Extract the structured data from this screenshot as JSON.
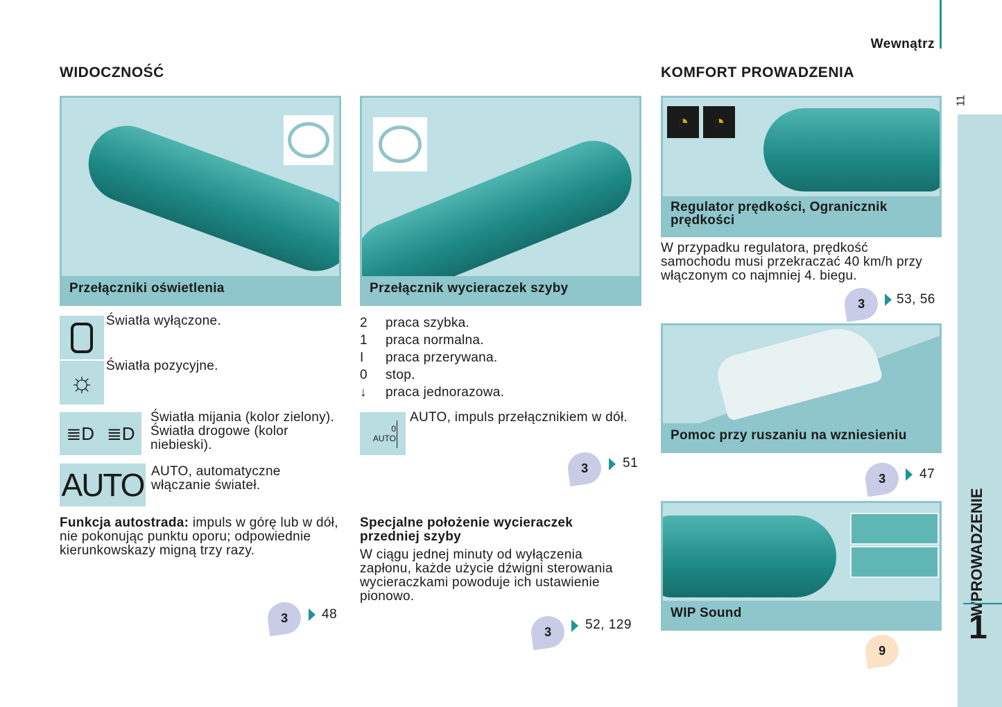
{
  "header": {
    "section": "Wewnątrz",
    "page_number": "11"
  },
  "sidebar": {
    "chapter_title": "WPROWADZENIE",
    "chapter_number": "1"
  },
  "visibility": {
    "title": "WIDOCZNOŚĆ",
    "lighting": {
      "caption": "Przełączniki oświetlenia",
      "items": [
        {
          "icon": "lights-off-icon",
          "symbol": "0",
          "text": "Światła wyłączone."
        },
        {
          "icon": "sidelights-icon",
          "text": "Światła pozycyjne."
        },
        {
          "icon": "headlights-icon",
          "text": "Światła mijania (kolor zielony). Światła drogowe (kolor niebieski)."
        },
        {
          "icon": "auto-lights-icon",
          "symbol": "AUTO",
          "text": "AUTO, automatyczne włączanie świateł."
        }
      ],
      "motorway_bold": "Funkcja autostrada:",
      "motorway_text": " impuls w górę lub w dół, nie pokonując punktu oporu; odpowiednie kierunkowskazy migną trzy razy.",
      "ref": {
        "chapter": "3",
        "pages": "48"
      }
    },
    "wipers": {
      "caption": "Przełącznik wycieraczek szyby",
      "positions": [
        {
          "key": "2",
          "label": "praca szybka."
        },
        {
          "key": "1",
          "label": "praca normalna."
        },
        {
          "key": "I",
          "label": "praca przerywana."
        },
        {
          "key": "0",
          "label": "stop."
        },
        {
          "key": "↓",
          "label": "praca jednorazowa."
        }
      ],
      "auto_icon": {
        "top": "0",
        "bottom": "AUTO"
      },
      "auto_text": "AUTO, impuls przełącznikiem w dół.",
      "auto_ref": {
        "chapter": "3",
        "pages": "51"
      },
      "special_title": "Specjalne położenie wycieraczek przedniej szyby",
      "special_text": "W ciągu jednej minuty od wyłączenia zapłonu, każde użycie dźwigni sterowania wycieraczkami powoduje ich ustawienie pionowo.",
      "special_ref": {
        "chapter": "3",
        "pages": "52, 129"
      }
    }
  },
  "comfort": {
    "title": "KOMFORT PROWADZENIA",
    "cruise": {
      "caption": "Regulator prędkości, Ogranicznik prędkości",
      "text": "W przypadku regulatora, prędkość samochodu musi przekraczać 40 km/h przy włączonym co najmniej 4. biegu.",
      "ref": {
        "chapter": "3",
        "pages": "53, 56"
      }
    },
    "hill": {
      "caption": "Pomoc przy ruszaniu na wzniesieniu",
      "ref": {
        "chapter": "3",
        "pages": "47"
      }
    },
    "wip": {
      "caption": "WIP Sound",
      "ref": {
        "chapter": "9"
      }
    }
  }
}
